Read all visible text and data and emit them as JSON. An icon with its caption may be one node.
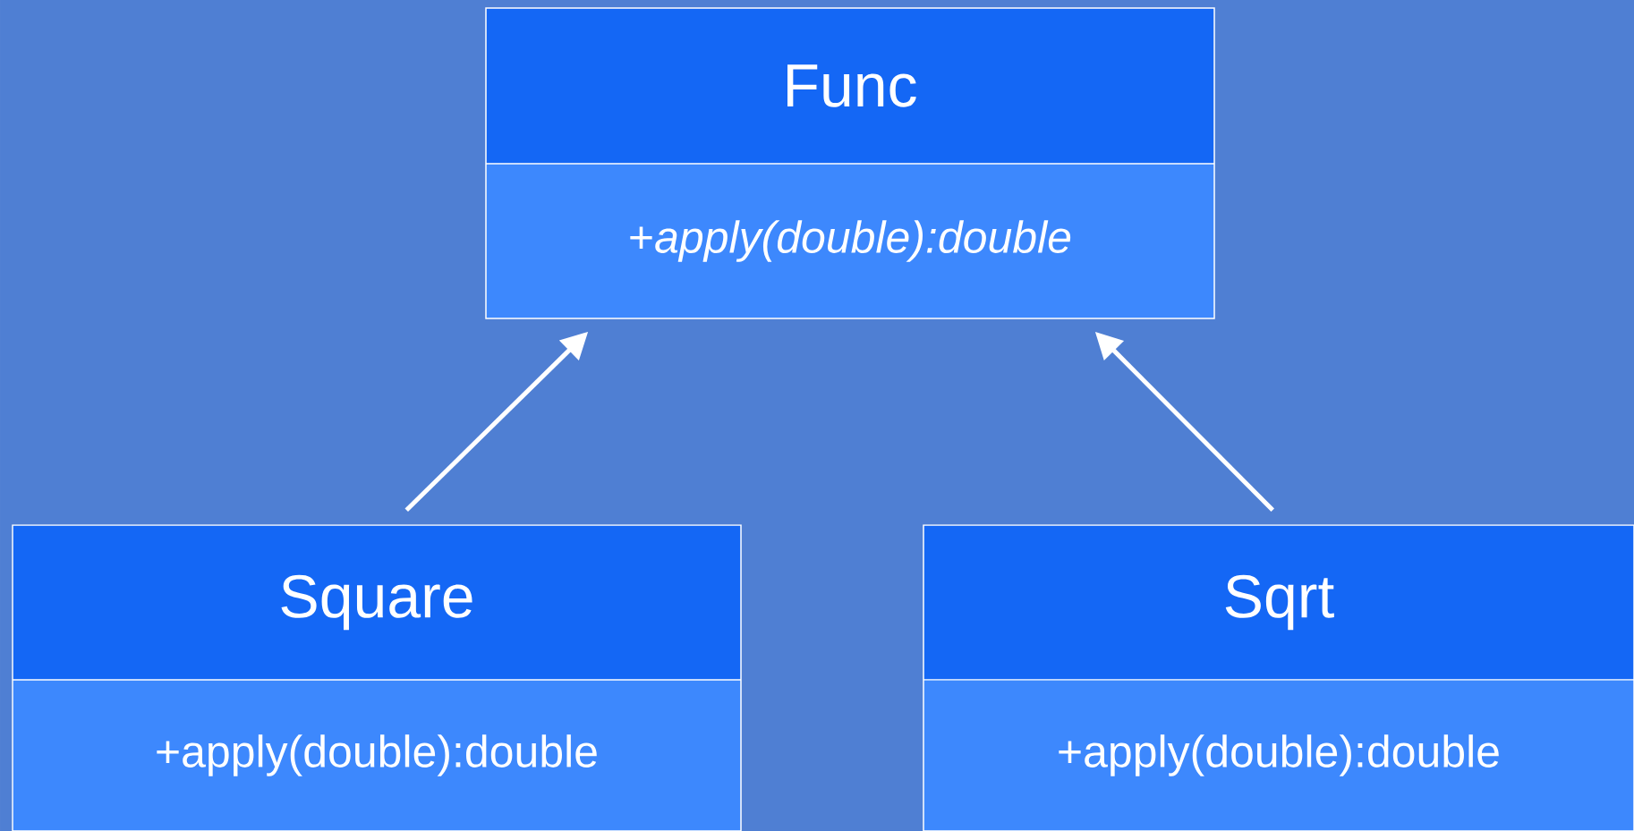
{
  "diagram": {
    "nodes": [
      {
        "text": [
          "Func",
          "+*apply(double):double*"
        ]
      },
      {
        "text": [
          "Square",
          "+apply(double):double"
        ]
      },
      {
        "text": [
          "Sqrt",
          "+apply(double):double"
        ]
      }
    ],
    "edges": [
      {
        "from": 1,
        "to": 0,
        "arrow": "to"
      },
      {
        "from": 2,
        "to": 0,
        "arrow": "to"
      }
    ]
  }
}
